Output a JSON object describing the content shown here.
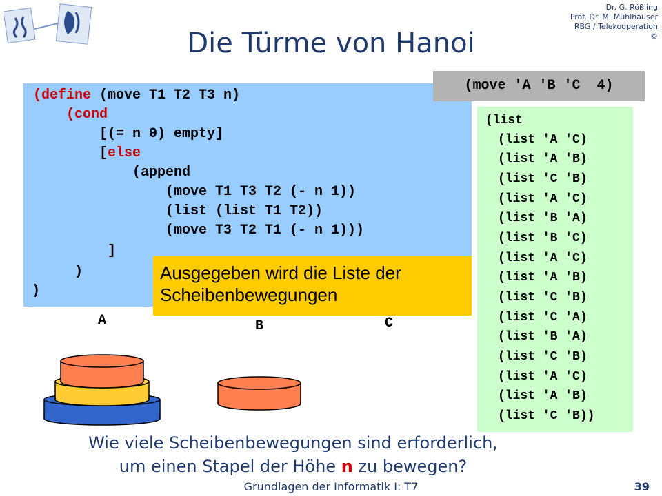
{
  "header": {
    "author_lines": [
      "Dr. G. Rößling",
      "Prof. Dr. M. Mühlhäuser",
      "RBG / Telekooperation",
      "©"
    ]
  },
  "title": "Die Türme von Hanoi",
  "call": "(move 'A 'B 'C  4)",
  "code": {
    "l1_kw": "(define",
    "l1_rest": " (move T1 T2 T3 n)",
    "l2_kw": "(cond",
    "l3": "[(= n 0) empty]",
    "l4_open": "[",
    "l4_kw": "else",
    "l5": "(append",
    "l6": "(move T1 T3 T2 (- n 1))",
    "l7": "(list (list T1 T2))",
    "l8": "(move T3 T2 T1 (- n 1)))",
    "l9": "]",
    "l10": ")",
    "l11": ")"
  },
  "result": {
    "open": "(list",
    "items": [
      "(list 'A 'C)",
      "(list 'A 'B)",
      "(list 'C 'B)",
      "(list 'A 'C)",
      "(list 'B 'A)",
      "(list 'B 'C)",
      "(list 'A 'C)",
      "(list 'A 'B)",
      "(list 'C 'B)",
      "(list 'C 'A)",
      "(list 'B 'A)",
      "(list 'C 'B)",
      "(list 'A 'C)",
      "(list 'A 'B)",
      "(list 'C 'B))"
    ]
  },
  "callout": "Ausgegeben wird die Liste der Scheibenbewegungen",
  "pegs": {
    "a": "A",
    "b": "B",
    "c": "C"
  },
  "question": {
    "line1": "Wie viele Scheibenbewegungen sind erforderlich,",
    "line2_pre": "um einen Stapel der Höhe ",
    "line2_n": "n",
    "line2_post": " zu bewegen?"
  },
  "footer": "Grundlagen der Informatik I: T7",
  "page_number": "39",
  "colors": {
    "code_bg": "#99ccff",
    "result_bg": "#ccffcc",
    "callout_bg": "#ffcc00",
    "call_bg": "#b3b3b3",
    "disk_small": "#ff7f50",
    "disk_medium": "#ffcc33",
    "disk_large": "#3366cc"
  }
}
